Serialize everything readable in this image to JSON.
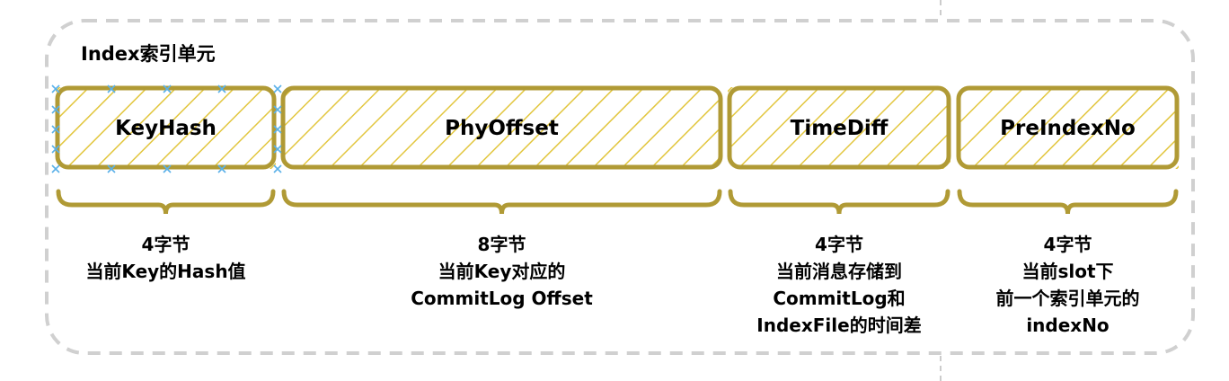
{
  "title": "Index索引单元",
  "colors": {
    "stroke": "#b09a35",
    "hatch": "#e2c63e",
    "frame": "#d0d0d0",
    "marker": "#5ab0e8"
  },
  "fields": [
    {
      "name": "KeyHash",
      "size": "4字节",
      "desc": [
        "当前Key的Hash值"
      ]
    },
    {
      "name": "PhyOffset",
      "size": "8字节",
      "desc": [
        "当前Key对应的",
        "CommitLog Offset"
      ]
    },
    {
      "name": "TimeDiff",
      "size": "4字节",
      "desc": [
        "当前消息存储到",
        "CommitLog和",
        "IndexFile的时间差"
      ]
    },
    {
      "name": "PreIndexNo",
      "size": "4字节",
      "desc": [
        "当前slot下",
        "前一个索引单元的",
        "indexNo"
      ]
    }
  ]
}
